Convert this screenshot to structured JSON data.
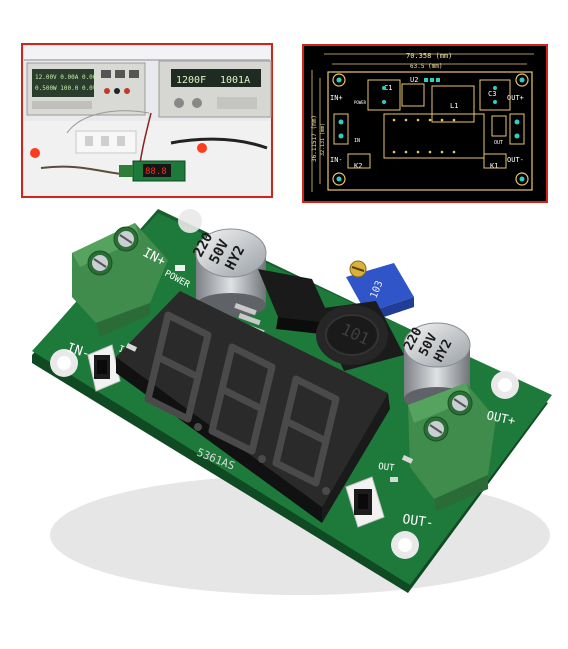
{
  "insets": {
    "bench": {
      "supply_left": [
        "12.00V 0.00A 0.00A",
        "0.500W 100.0 0.0%"
      ],
      "supply_right_v": "1200F",
      "supply_right_a": "1001A",
      "module_display": "88.8"
    },
    "pcb": {
      "width_dim": "70.358 (mm)",
      "inner_width_dim": "63.5 (mm)",
      "height_dim": "36.11517 (mm)",
      "inner_height_dim": "32.131 (mm)",
      "labels": {
        "in_plus": "IN+",
        "in_minus": "IN-",
        "out_plus": "OUT+",
        "out_minus": "OUT-",
        "c1": "C1",
        "u2": "U2",
        "l1": "L1",
        "c3": "C3",
        "k2": "K2",
        "k1": "K1",
        "power": "POWER",
        "in": "IN",
        "out": "OUT"
      }
    }
  },
  "board": {
    "silk_in_plus": "IN+",
    "silk_in_minus": "IN-",
    "silk_out_plus": "OUT+",
    "silk_out_minus": "OUT-",
    "silk_power": "POWER",
    "silk_in": "IN",
    "silk_out": "OUT",
    "cap_left": [
      "220",
      "50V",
      "HY2"
    ],
    "cap_right": [
      "220",
      "50V",
      "HY2"
    ],
    "inductor": "101",
    "trimpot": "103",
    "display_part": "5361AS"
  },
  "colors": {
    "pcb_green": "#1d7a3a",
    "terminal_green": "#3f8c4c",
    "display_black": "#1b1b1b",
    "inset_border": "#d0241c"
  }
}
